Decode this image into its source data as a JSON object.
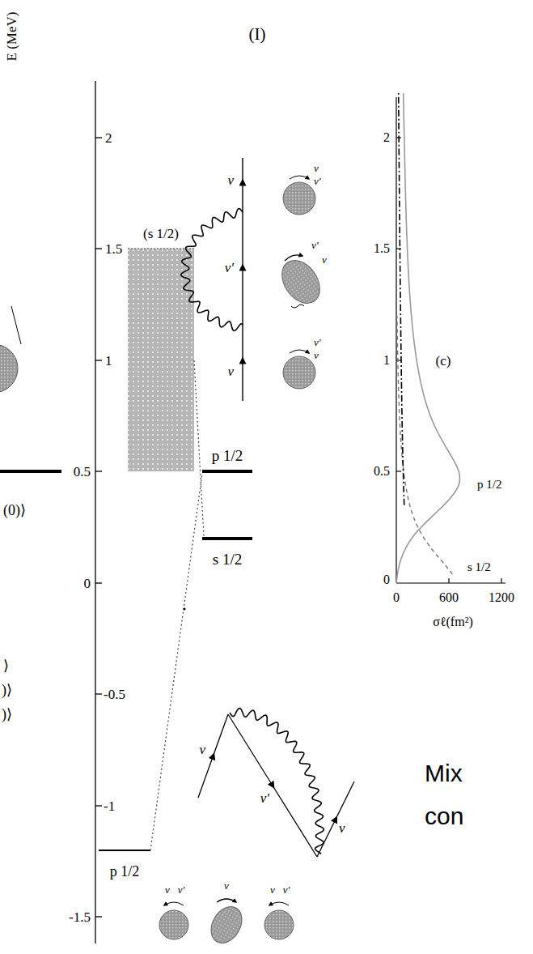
{
  "diagram": {
    "title": "(I)",
    "labels": [
      "E (MeV)",
      "2",
      "1.5",
      "1",
      "0.5",
      "0",
      "-0.5",
      "-1",
      "-1.5",
      "(s 1/2)",
      "(0)⟩",
      "⟩",
      ")⟩",
      ")⟩",
      "ν",
      "ν'",
      "ν",
      "ν",
      "ν'",
      "ν'",
      "ν",
      "ν'",
      "ν",
      "p 1/2",
      "s 1/2",
      "2",
      "1.5",
      "1",
      "0.5",
      "0",
      "(c)",
      "p 1/2",
      "s 1/2",
      "0",
      "600",
      "1200",
      "σℓ(fm²)",
      "ν",
      "ν'",
      "ν",
      "ν",
      "ν'",
      "ν",
      "ν",
      "ν'",
      "p 1/2",
      "Mix",
      "con"
    ]
  }
}
